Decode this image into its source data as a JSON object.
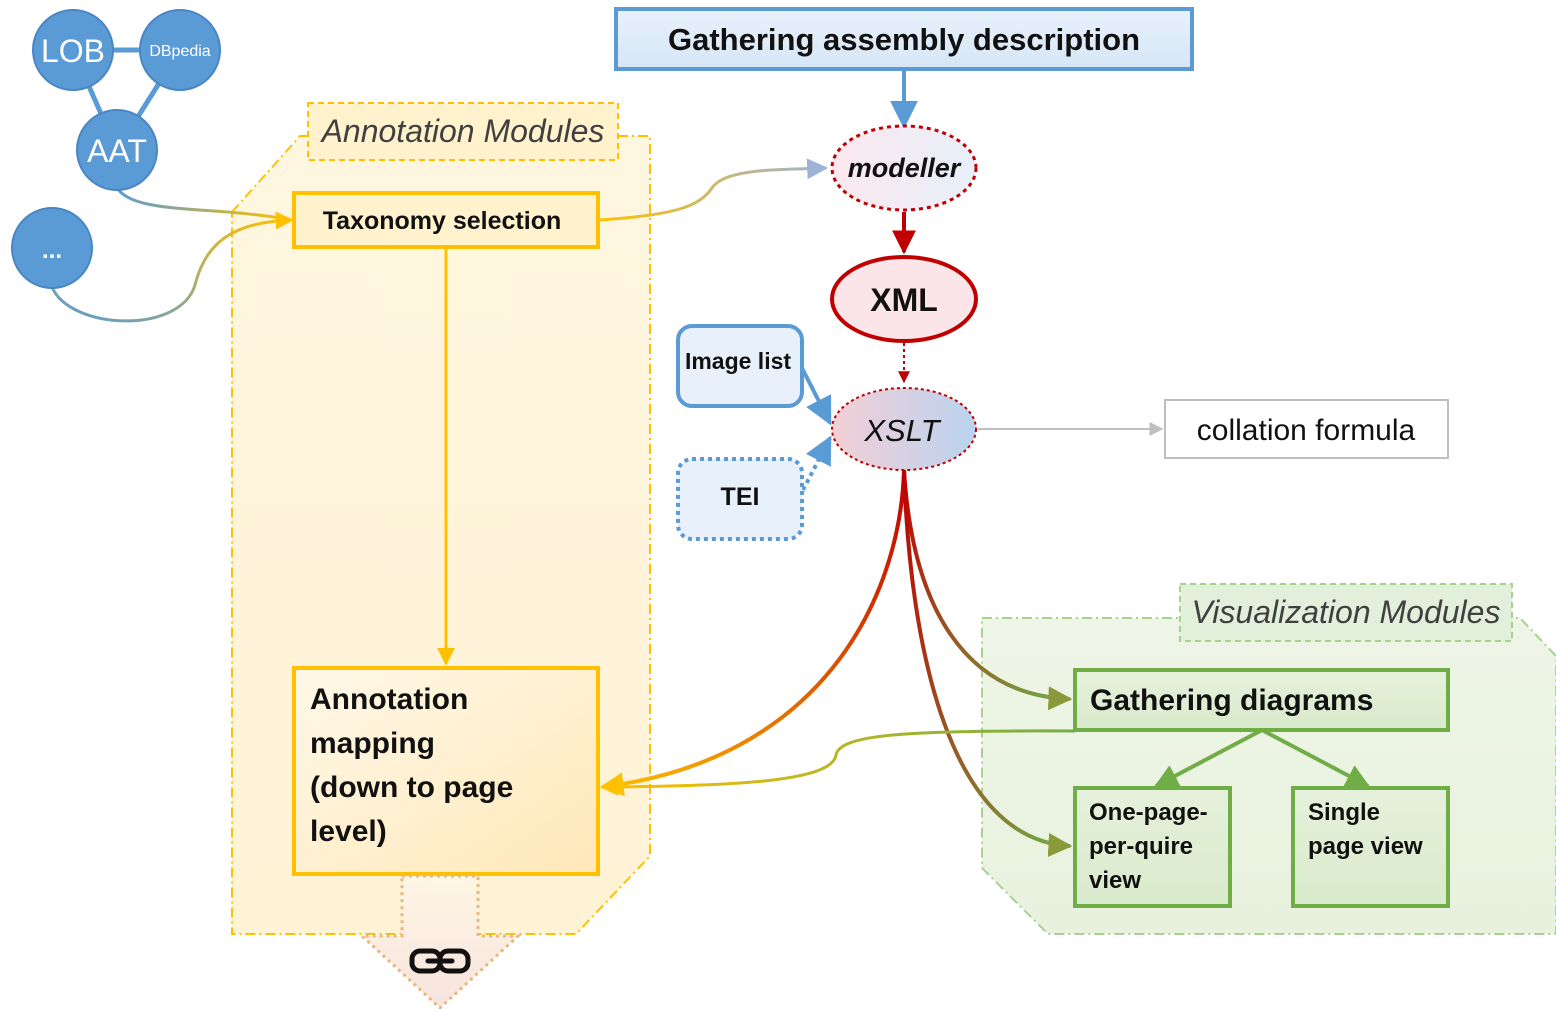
{
  "title_box": "Gathering assembly description",
  "vocab_nodes": {
    "lob": "LOB",
    "dbpedia": "DBpedia",
    "aat": "AAT",
    "more": "..."
  },
  "annotation": {
    "group_label": "Annotation Modules",
    "taxonomy": "Taxonomy selection",
    "mapping_lines": [
      "Annotation",
      "mapping",
      "(down to page",
      "level)"
    ]
  },
  "pipeline": {
    "modeller": "modeller",
    "xml": "XML",
    "xslt": "XSLT",
    "image_list": "Image list",
    "tei": "TEI",
    "collation": "collation formula"
  },
  "visualization": {
    "group_label": "Visualization Modules",
    "gathering_diagrams": "Gathering diagrams",
    "one_page_lines": [
      "One-page-",
      "per-quire",
      "view"
    ],
    "single_page_lines": [
      "Single",
      "page view"
    ]
  },
  "icons": {
    "export": "link-icon"
  },
  "colors": {
    "blue": "#5b9bd5",
    "blue_dark": "#4a86c5",
    "yellow": "#ffc000",
    "yellow_fill": "#fff2cc",
    "red": "#c00000",
    "green": "#70ad47",
    "green_fill": "#e2efda",
    "gray": "#bfbfbf"
  }
}
